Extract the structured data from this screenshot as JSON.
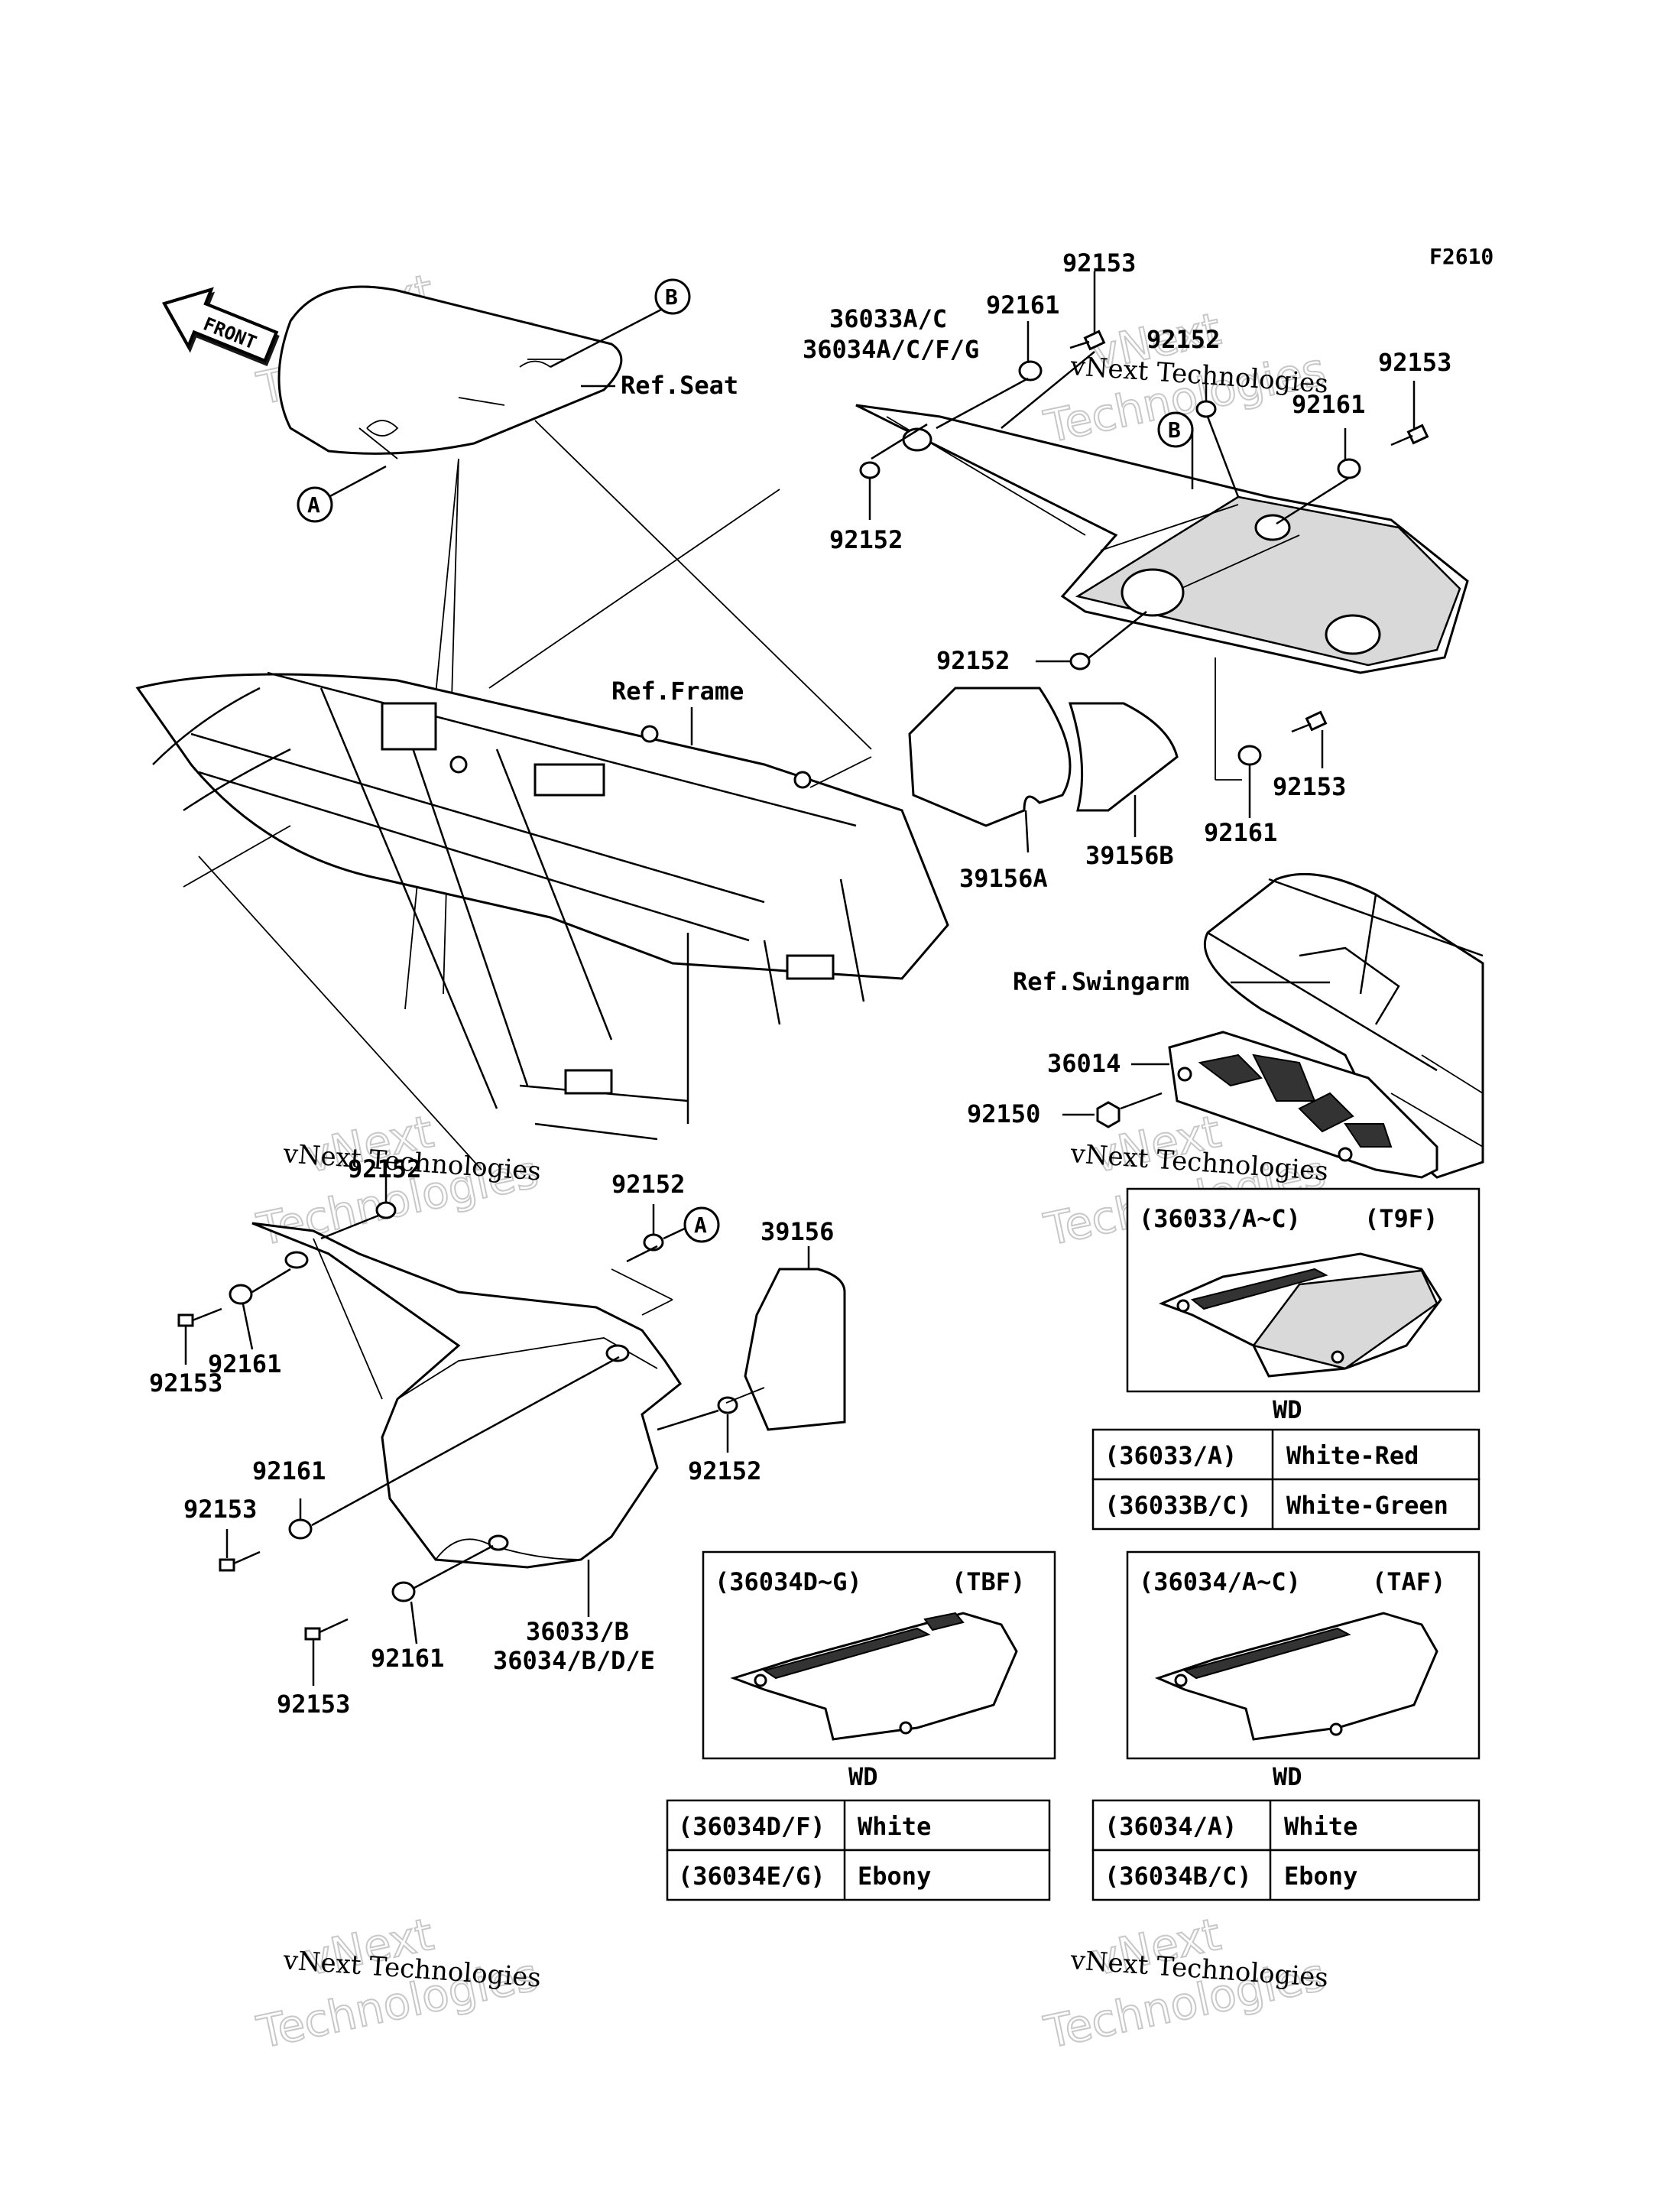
{
  "figure_code": "F2610",
  "front_label": "FRONT",
  "callouts": {
    "a": "A",
    "b": "B"
  },
  "refs": {
    "seat": "Ref.Seat",
    "frame": "Ref.Frame",
    "swingarm": "Ref.Swingarm"
  },
  "labels": {
    "p92153_top": "92153",
    "p92161_top": "92161",
    "p36033_ac": "36033A/C",
    "p36034_acfg": "36034A/C/F/G",
    "p92152_top": "92152",
    "p92153_right": "92153",
    "p92161_right": "92161",
    "p92152_mid": "92152",
    "p92152_side": "92152",
    "p92153_lower": "92153",
    "p92161_lower": "92161",
    "p39156a": "39156A",
    "p39156b": "39156B",
    "p36014": "36014",
    "p92150": "92150",
    "p92152_left": "92152",
    "p92161_left": "92161",
    "p92153_left": "92153",
    "p92152_center": "92152",
    "p39156": "39156",
    "p92152_cover": "92152",
    "p92161_b1": "92161",
    "p92153_b1": "92153",
    "p92161_b2": "92161",
    "p92153_b2": "92153",
    "p36033_b": "36033/B",
    "p36034_bde": "36034/B/D/E"
  },
  "inset_t9f": {
    "code": "(36033/A~C)",
    "tag": "(T9F)",
    "wd": "WD",
    "rows": [
      {
        "code": "(36033/A)",
        "color": "White-Red"
      },
      {
        "code": "(36033B/C)",
        "color": "White-Green"
      }
    ]
  },
  "inset_tbf": {
    "code": "(36034D~G)",
    "tag": "(TBF)",
    "wd": "WD",
    "rows": [
      {
        "code": "(36034D/F)",
        "color": "White"
      },
      {
        "code": "(36034E/G)",
        "color": "Ebony"
      }
    ]
  },
  "inset_taf": {
    "code": "(36034/A~C)",
    "tag": "(TAF)",
    "wd": "WD",
    "rows": [
      {
        "code": "(36034/A)",
        "color": "White"
      },
      {
        "code": "(36034B/C)",
        "color": "Ebony"
      }
    ]
  },
  "watermark": {
    "line1": "vNext Technologies",
    "line2": "vNext",
    "line3": "Technologies"
  }
}
